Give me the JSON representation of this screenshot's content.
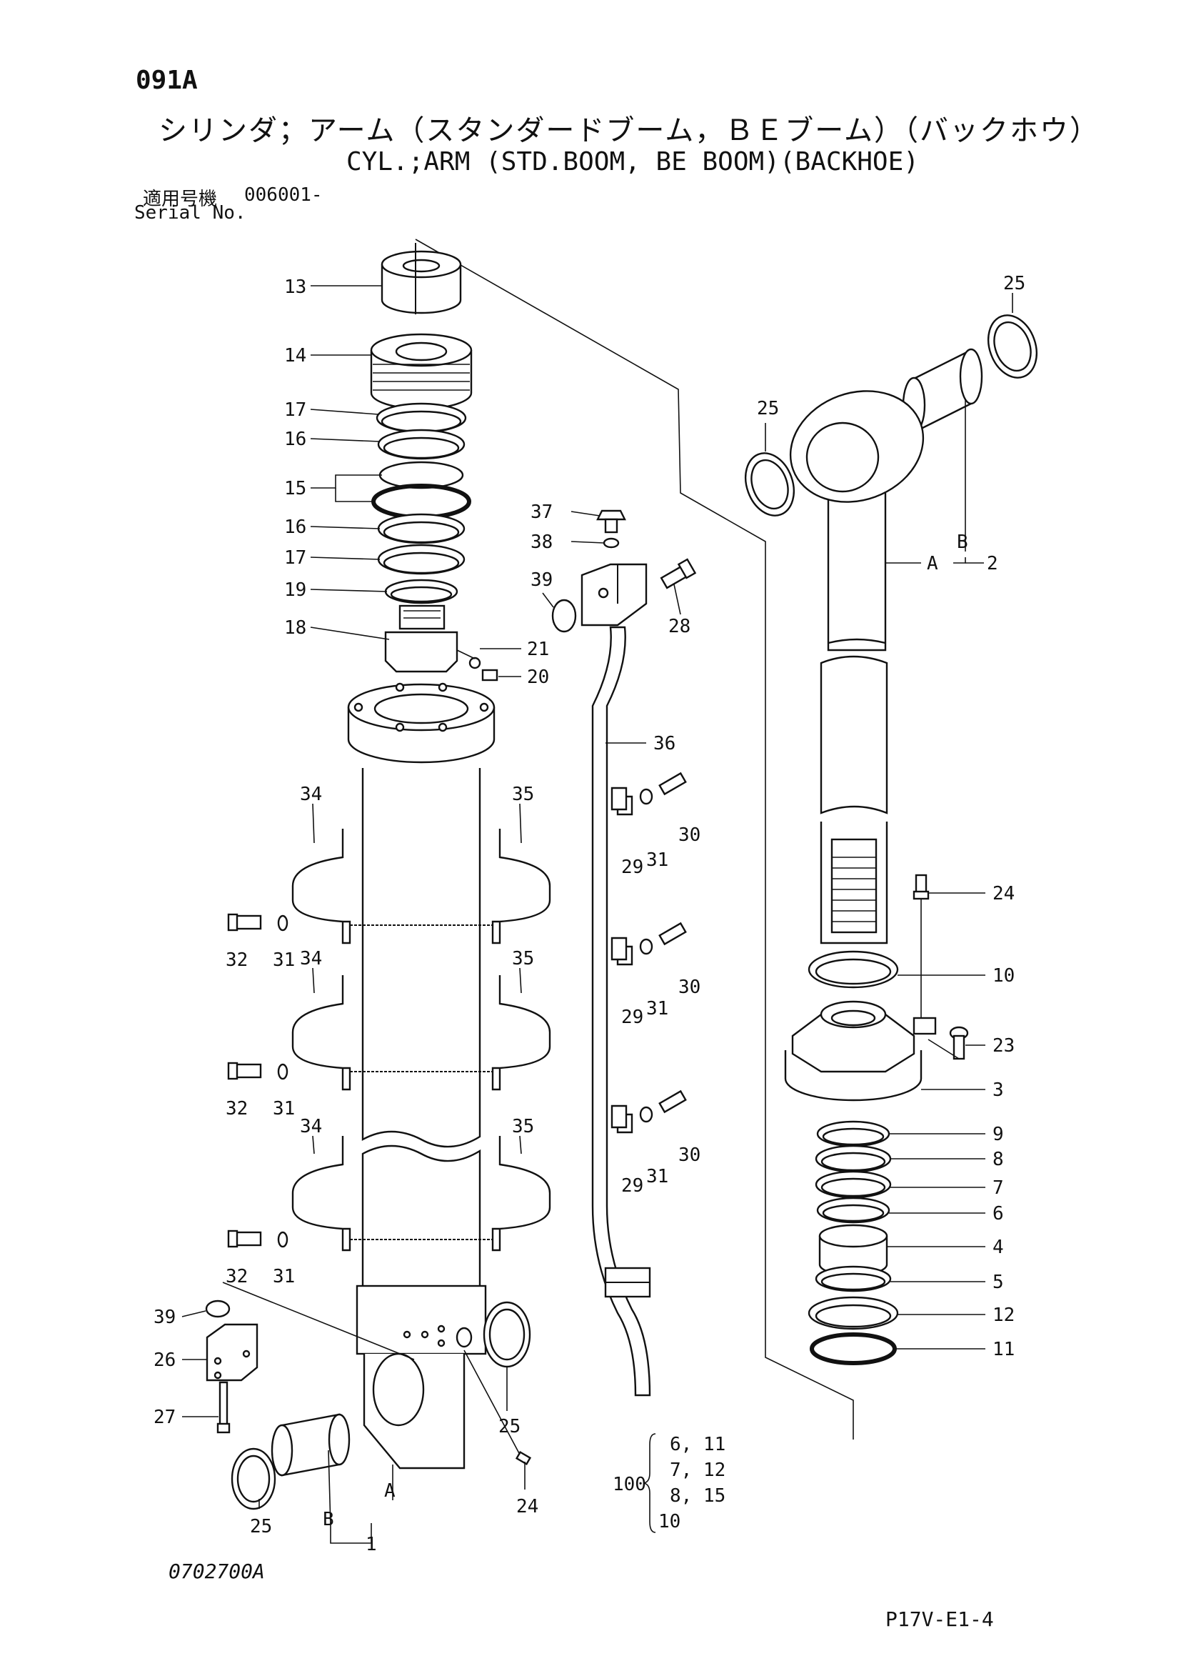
{
  "header": {
    "page_code": "091A",
    "title_jp": "シリンダ；アーム（スタンダードブーム，ＢＥブーム）（バックホウ）",
    "title_en": "CYL.;ARM (STD.BOOM, BE BOOM)(BACKHOE)",
    "serial_label_jp": "適用号機",
    "serial_value": "006001-",
    "serial_label_en": "Serial No."
  },
  "callouts": {
    "c13": "13",
    "c14": "14",
    "c17a": "17",
    "c16a": "16",
    "c15": "15",
    "c16b": "16",
    "c17b": "17",
    "c19": "19",
    "c18": "18",
    "c21": "21",
    "c20": "20",
    "c37": "37",
    "c38": "38",
    "c39a": "39",
    "c28": "28",
    "c36": "36",
    "c34a": "34",
    "c35a": "35",
    "c29a": "29",
    "c31a": "31",
    "c30a": "30",
    "c32a": "32",
    "c31b": "31",
    "c34b": "34",
    "c35b": "35",
    "c29b": "29",
    "c31c": "31",
    "c30b": "30",
    "c32b": "32",
    "c31d": "31",
    "c34c": "34",
    "c35c": "35",
    "c29c": "29",
    "c31e": "31",
    "c30c": "30",
    "c32c": "32",
    "c31f": "31",
    "c39b": "39",
    "c26": "26",
    "c27": "27",
    "c25a": "25",
    "c25b": "25",
    "c24a": "24",
    "cA1": "A",
    "cB1": "B",
    "c1": "1",
    "c25c": "25",
    "c25d": "25",
    "cB2": "B",
    "cA2": "A",
    "c2": "2",
    "c24b": "24",
    "c10a": "10",
    "c23": "23",
    "c3": "3",
    "c9": "9",
    "c8": "8",
    "c7": "7",
    "c6": "6",
    "c4": "4",
    "c5": "5",
    "c12": "12",
    "c11": "11"
  },
  "kit": {
    "number": "100",
    "line1": "6, 11",
    "line2": "7, 12",
    "line3": "8, 15",
    "line4": "10"
  },
  "footer": {
    "drawing_number": "0702700A",
    "page_number": "P17V-E1-4"
  }
}
